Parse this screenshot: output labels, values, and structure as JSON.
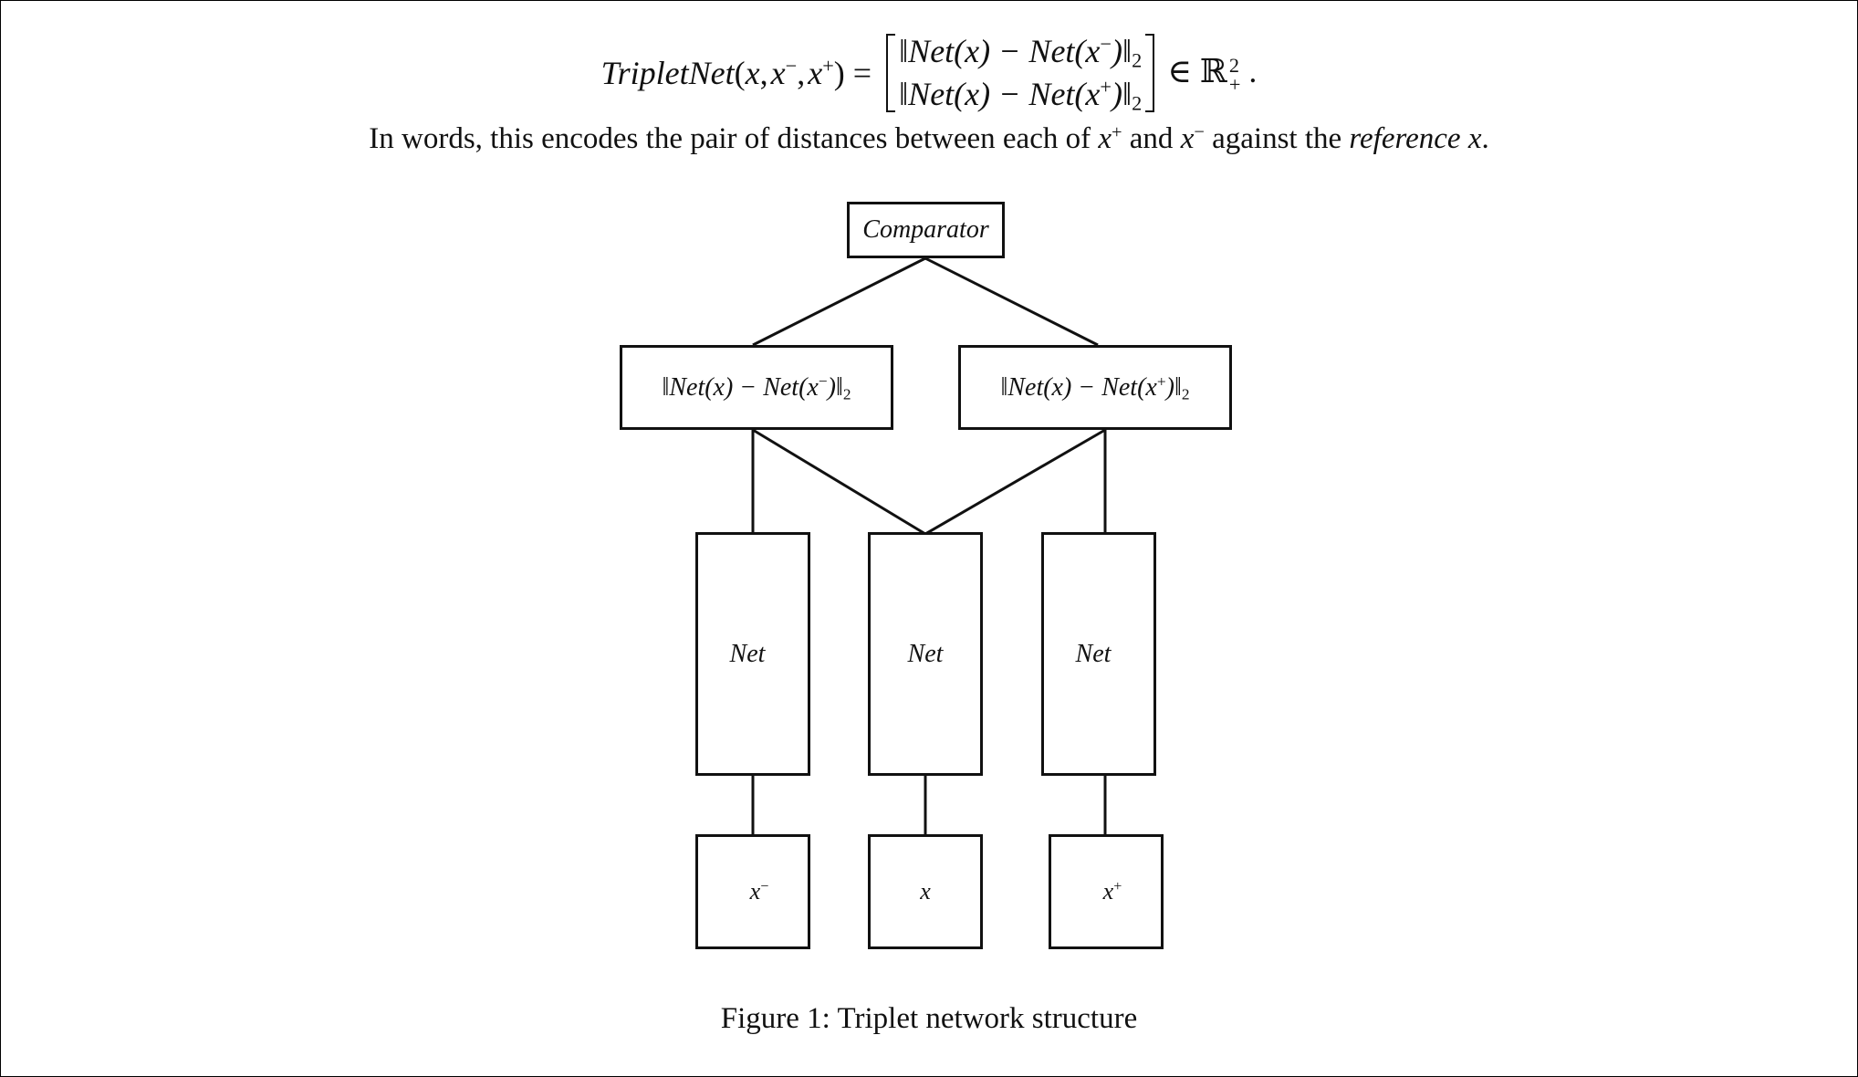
{
  "equation": {
    "lhs_fn": "TripletNet",
    "lhs_args": "(x, x",
    "sup_minus": "−",
    "sup_plus": "+",
    "arg_sep": ", x",
    "close": ") =",
    "row1": "‖Net(x) − Net(x",
    "row2": "‖Net(x) − Net(x",
    "row_tail": ")‖",
    "row_sub": "2",
    "in_symbol": "∈ ℝ",
    "set_sup": "2",
    "set_sub": "+",
    "period": "."
  },
  "prose": {
    "part1": "In words, this encodes the pair of distances between each of ",
    "var_x": "x",
    "sup_plus": "+",
    "and": " and ",
    "sup_minus": "−",
    "part2": " against the ",
    "emph": "reference",
    "part3": ".",
    "space": " "
  },
  "diagram": {
    "comparator": "Comparator",
    "dist_left": "‖Net(x) − Net(x",
    "dist_right": "‖Net(x) − Net(x",
    "dist_tail": ")‖",
    "dist_sub": "2",
    "sup_minus": "−",
    "sup_plus": "+",
    "net_label": "Net",
    "input_x": "x",
    "sup_minus_in": "−",
    "sup_plus_in": "+"
  },
  "caption": "Figure 1: Triplet network structure"
}
